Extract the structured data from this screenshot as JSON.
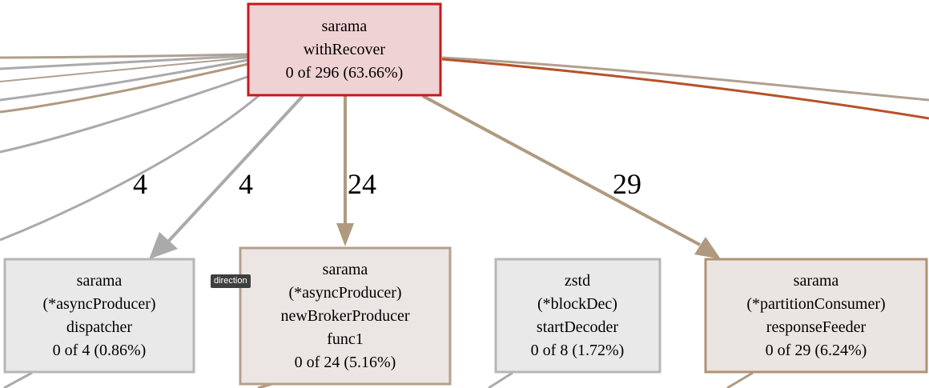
{
  "nodes": {
    "withRecover": {
      "lines": [
        "sarama",
        "withRecover",
        "0 of 296 (63.66%)"
      ],
      "fill": "#efd2d4",
      "stroke": "#c8181c"
    },
    "dispatcher": {
      "lines": [
        "sarama",
        "(*asyncProducer)",
        "dispatcher",
        "0 of 4 (0.86%)"
      ],
      "fill": "#e9e9e9",
      "stroke": "#b6b6b6"
    },
    "newBrokerProducer": {
      "lines": [
        "sarama",
        "(*asyncProducer)",
        "newBrokerProducer",
        "func1",
        "0 of 24 (5.16%)"
      ],
      "fill": "#ebe6e3",
      "stroke": "#b59f8b"
    },
    "startDecoder": {
      "lines": [
        "zstd",
        "(*blockDec)",
        "startDecoder",
        "0 of 8 (1.72%)"
      ],
      "fill": "#e9e9e9",
      "stroke": "#b6b6b6"
    },
    "responseFeeder": {
      "lines": [
        "sarama",
        "(*partitionConsumer)",
        "responseFeeder",
        "0 of 29 (6.24%)"
      ],
      "fill": "#ebe5e1",
      "stroke": "#b09374"
    }
  },
  "edges": {
    "to_dispatcher": "4",
    "left_edge": "4",
    "to_newBrokerProducer": "24",
    "to_responseFeeder": "29"
  },
  "tooltip": "direction",
  "colors": {
    "gray_edge": "#aaaaaa",
    "tan_edge": "#b09a7f",
    "orange_edge": "#b5532a",
    "light_tan_edge": "#b0a090"
  }
}
